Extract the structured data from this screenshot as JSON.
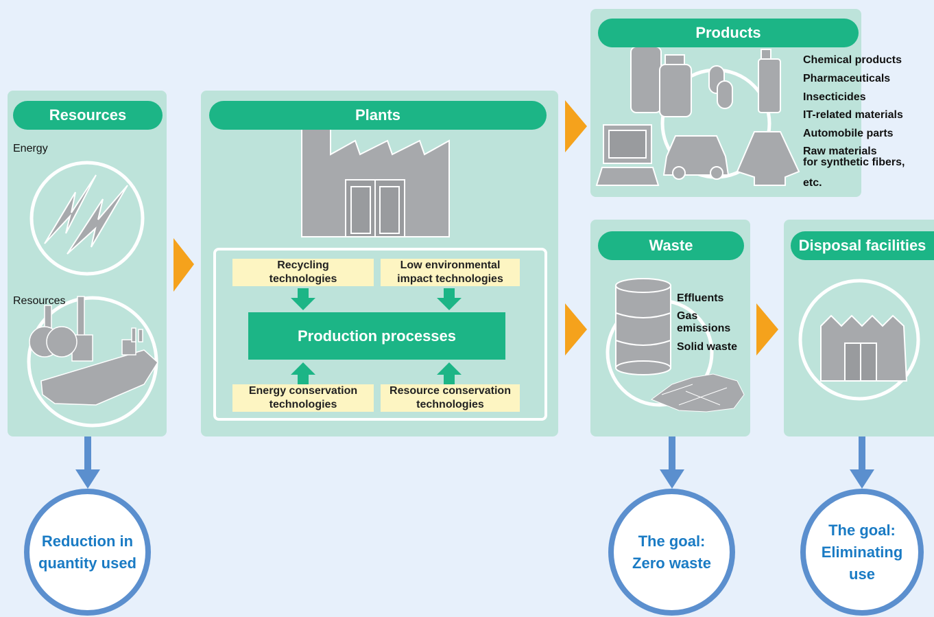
{
  "resources": {
    "title": "Resources",
    "energy_label": "Energy",
    "resources_label": "Resources"
  },
  "plants": {
    "title": "Plants",
    "process": "Production processes",
    "tech": {
      "recycling": "Recycling\ntechnologies",
      "low_impact": "Low environmental\nimpact technologies",
      "energy": "Energy conservation\ntechnologies",
      "resource": "Resource conservation\ntechnologies"
    }
  },
  "products": {
    "title": "Products",
    "items": [
      "Chemical products",
      "Pharmaceuticals",
      "Insecticides",
      "IT-related materials",
      "Automobile parts",
      "Raw materials\nfor synthetic fibers,",
      "etc."
    ]
  },
  "waste": {
    "title": "Waste",
    "items": [
      "Effluents",
      "Gas\nemissions",
      "Solid waste"
    ]
  },
  "disposal": {
    "title": "Disposal facilities"
  },
  "goals": {
    "resources": "Reduction in\nquantity used",
    "waste": "The goal:\nZero waste",
    "disposal": "The goal:\nEliminating\nuse"
  },
  "colors": {
    "panel": "#bde3da",
    "pill": "#1cb586",
    "arrow_orange": "#f5a21c",
    "arrow_blue": "#5b8fce",
    "icon_gray": "#a7a9ac"
  }
}
